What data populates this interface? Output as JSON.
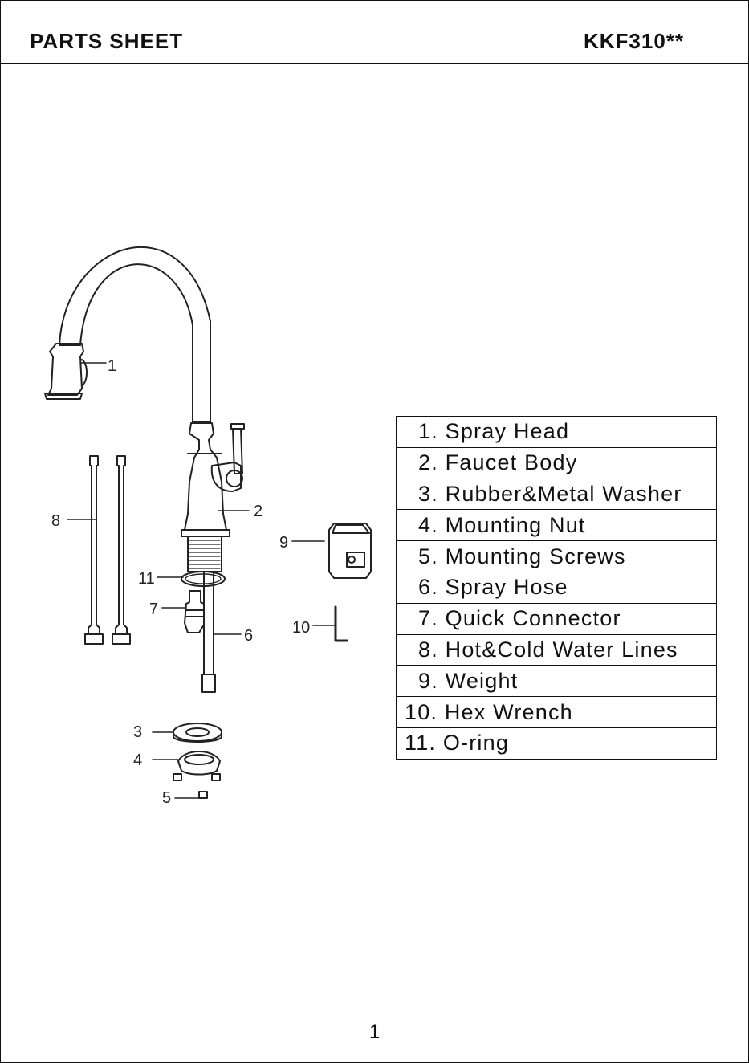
{
  "header": {
    "title": "PARTS SHEET",
    "model": "KKF310**"
  },
  "callouts": [
    "1",
    "2",
    "3",
    "4",
    "5",
    "6",
    "7",
    "8",
    "9",
    "10",
    "11"
  ],
  "parts": [
    {
      "label": "1. Spray Head"
    },
    {
      "label": "2. Faucet Body"
    },
    {
      "label": "3. Rubber&Metal Washer"
    },
    {
      "label": "4. Mounting Nut"
    },
    {
      "label": "5. Mounting Screws"
    },
    {
      "label": "6. Spray Hose"
    },
    {
      "label": "7. Quick Connector"
    },
    {
      "label": "8. Hot&Cold Water Lines"
    },
    {
      "label": "9. Weight"
    },
    {
      "label": "10. Hex Wrench"
    },
    {
      "label": "11. O-ring"
    }
  ],
  "footer": {
    "page": "1"
  }
}
